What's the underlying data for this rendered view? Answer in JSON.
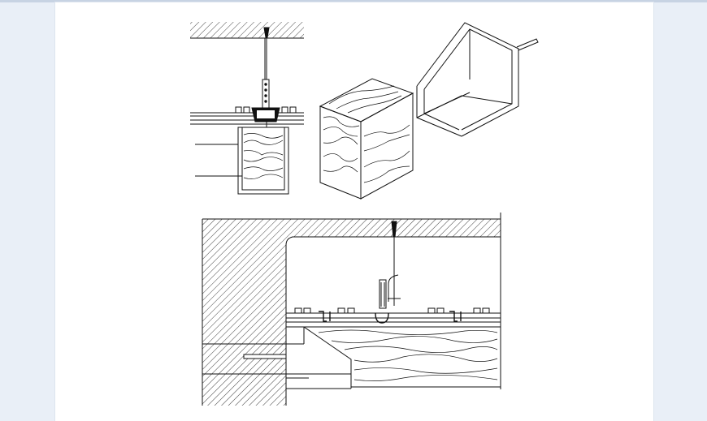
{
  "viewer": {
    "background_color": "#e9eff7",
    "sheet_color": "#ffffff",
    "line_color": "#111111"
  },
  "drawing": {
    "views": [
      {
        "id": "ceiling-hanger-section",
        "icon": "section-detail"
      },
      {
        "id": "timber-block-isometric",
        "icon": "wood-block"
      },
      {
        "id": "steel-bracket-isometric",
        "icon": "bracket"
      },
      {
        "id": "wall-ceiling-junction-section",
        "icon": "section-detail"
      }
    ]
  }
}
